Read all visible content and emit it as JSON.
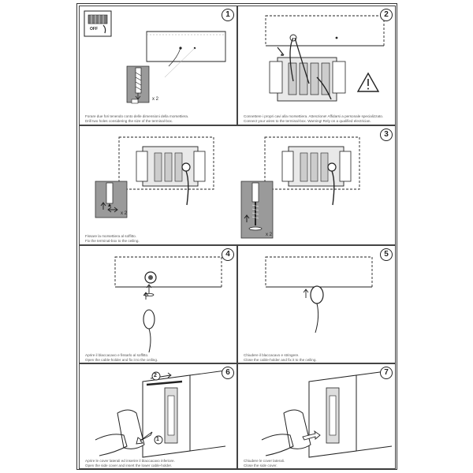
{
  "panels": [
    {
      "id": "p1",
      "step": "1",
      "captions": [
        "Forare due fori tenendo conto delle dimensioni della morsettiera.",
        "Drill two holes considering the size of the terminal-box."
      ],
      "labels": {
        "off": "OFF",
        "count": "x 2"
      }
    },
    {
      "id": "p2",
      "step": "2",
      "captions": [
        "Connettere i propri cavi alla morsettiera. Attenzione! Affidarsi a personale specializzato.",
        "Connect your wires to the terminal-box. Warning! Rely on a qualified electrician."
      ],
      "labels": {}
    },
    {
      "id": "p3",
      "step": "3",
      "captions": [
        "Fissare la morsettiera al soffitto.",
        "Fix the terminal-box to the ceiling."
      ],
      "labels": {
        "count_a": "x 2",
        "count_b": "x 2"
      }
    },
    {
      "id": "p4",
      "step": "4",
      "captions": [
        "Aprire il blaccacavo e fissarlo al soffitto.",
        "Open the cable-holder and fix it to the ceiling."
      ],
      "labels": {}
    },
    {
      "id": "p5",
      "step": "5",
      "captions": [
        "Chiudere il blaccacavo e stringere.",
        "Close the cable-holder and fix it to the ceiling."
      ],
      "labels": {}
    },
    {
      "id": "p6",
      "step": "6",
      "captions": [
        "Aprire le cover laterali ed inserire il blaccacavo inferiore.",
        "Open the side cover and insert the lower cable-holder."
      ],
      "labels": {
        "arrow_a": "2",
        "arrow_b": "1"
      }
    },
    {
      "id": "p7",
      "step": "7",
      "captions": [
        "Chiudere le cover laterali.",
        "Close the side cover."
      ],
      "labels": {}
    }
  ]
}
